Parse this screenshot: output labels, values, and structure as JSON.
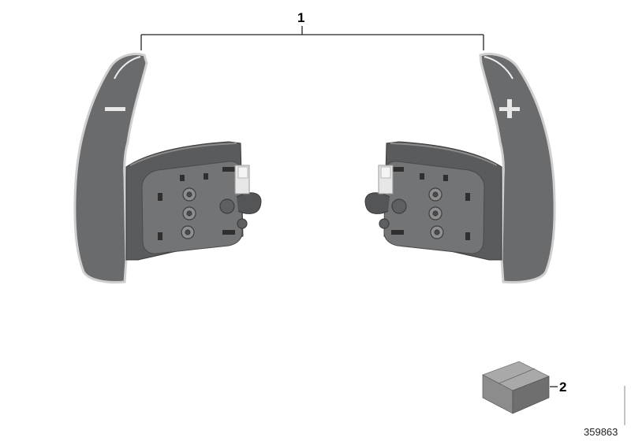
{
  "diagram": {
    "callouts": [
      {
        "id": "1",
        "label": "1",
        "refers_to": "paddle-pair"
      },
      {
        "id": "2",
        "label": "2",
        "refers_to": "small-parts-box"
      }
    ],
    "figure_number": "359863",
    "parts": {
      "left_paddle": {
        "symbol": "−"
      },
      "right_paddle": {
        "symbol": "+"
      }
    },
    "colors": {
      "paddle_body": "#6a6b6d",
      "paddle_rim": "#d9d9d9",
      "housing": "#5c5d5f",
      "plate": "#7a7b7d",
      "box_top": "#a9a9a9",
      "box_side": "#7c7c7c"
    }
  }
}
